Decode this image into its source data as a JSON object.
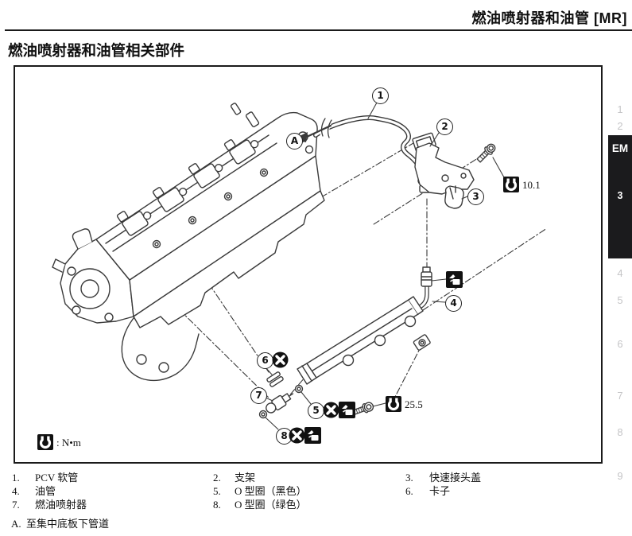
{
  "header": {
    "title": "燃油喷射器和油管 [MR]"
  },
  "page": {
    "subtitle": "燃油喷射器和油管相关部件"
  },
  "side_tabs": {
    "top": [
      "1",
      "2"
    ],
    "active": {
      "section": "EM",
      "page": "3"
    },
    "bottom": [
      "4",
      "5",
      "6",
      "7",
      "8",
      "9"
    ]
  },
  "figure": {
    "callout_labels": [
      "1",
      "2",
      "3",
      "4",
      "5",
      "6",
      "7",
      "8"
    ],
    "section_ref": "A",
    "torques": {
      "bracket_bolt": "10.1",
      "rail_bolt": "25.5"
    },
    "nm_note": ": N•m"
  },
  "legend": {
    "items": [
      {
        "num": "1.",
        "text": "PCV 软管"
      },
      {
        "num": "2.",
        "text": "支架"
      },
      {
        "num": "3.",
        "text": "快速接头盖"
      },
      {
        "num": "4.",
        "text": "油管"
      },
      {
        "num": "5.",
        "text": "O 型圈（黑色）"
      },
      {
        "num": "6.",
        "text": "卡子"
      },
      {
        "num": "7.",
        "text": "燃油喷射器"
      },
      {
        "num": "8.",
        "text": "O 型圈（绿色）"
      }
    ],
    "note": {
      "num": "A.",
      "text": "至集中底板下管道"
    }
  }
}
